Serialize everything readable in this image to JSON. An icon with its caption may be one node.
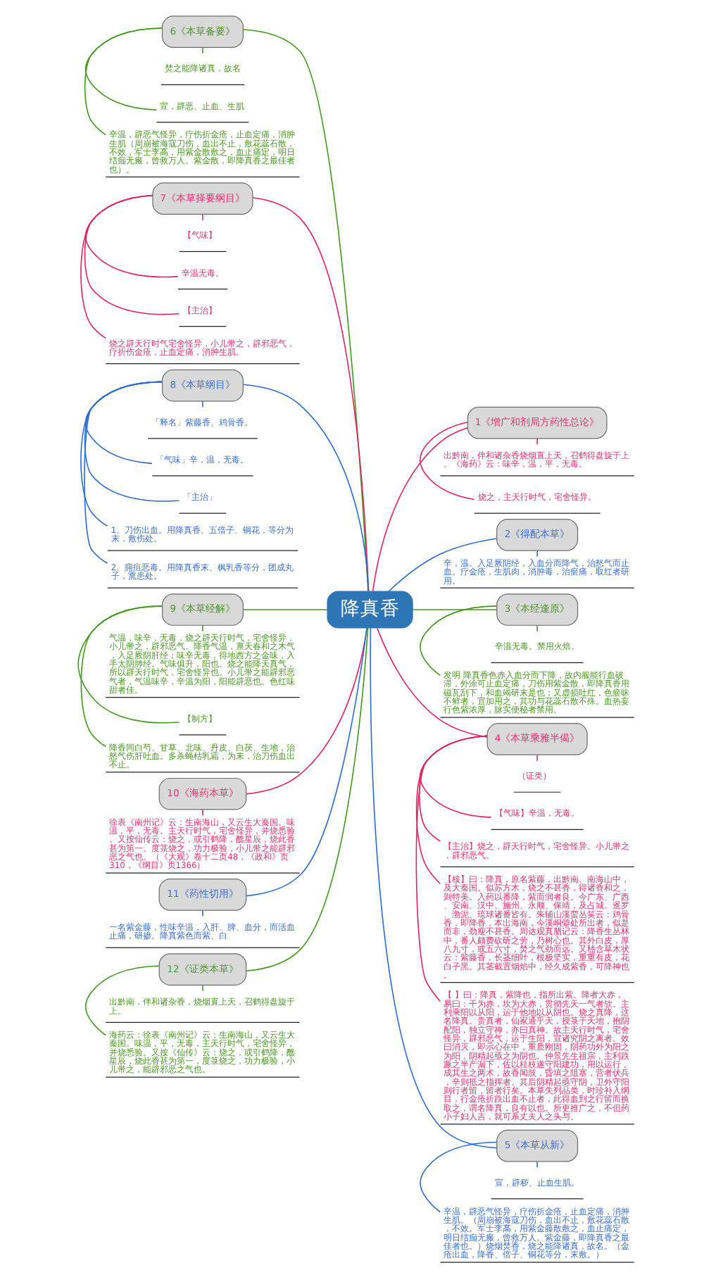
{
  "diagram": {
    "nodes": [
      {
        "text": [
          "降真香"
        ]
      },
      {
        "text": [
          "1《增广和剂局方药性总论》"
        ]
      },
      {
        "text": [
          "出黔南，伴和诸杂香烧烟直上天，召鹤得盘旋于上。《海药》云：味辛，温，平，无毒。"
        ]
      },
      {
        "text": [
          "烧之，主天行时气，宅舍怪异。"
        ]
      },
      {
        "text": [
          "2《得配本草》"
        ]
      },
      {
        "text": [
          "辛，温。入足厥阴经，入血分而降气，治怒气而止血。疗金疮，生肌肉，消肿毒，治瘀痛，取红者研用。"
        ]
      },
      {
        "text": [
          "3《本经逢原》"
        ]
      },
      {
        "text": [
          "辛温无毒。禁用火焙。"
        ]
      },
      {
        "text": [
          "发明 降真香色赤入血分而下降，故内服能行血破滞，外涂可止血定痛，刀伤用紫金散，即降真香用磁瓦刮下，和血竭研末是也；又虚损吐红，色瘀昧不鲜者，宜加用之，其功与花蕊石散不殊。血热妄行色紫浓厚，脉实便秘者禁用。"
        ]
      },
      {
        "text": [
          "4《本草乘雅半偈》"
        ]
      },
      {
        "text": [
          "（证类）"
        ]
      },
      {
        "text": [
          "【气味】辛温，无毒。"
        ]
      },
      {
        "text": [
          "【主治】烧之，辟天行时气，宅舍怪异。小儿带之，辟邪恶气。"
        ]
      },
      {
        "text": [
          "【核】曰：降真，原名紫藤，出黔南、南海山中，及大秦国。似苏方木，烧之不甚香，得诸香和之，则特美。入药以番降，紫而润者良。今广东、广西、安南、汉中、施州、永顺、保靖，及占城、暹罗、渤泥、琉球诸番皆有。朱辅山溪蛮丛笑云：鸡骨香，即降香，本出海南，今溪峒僻处所出者，似是而非，劲瘦不甚香。周达观真腊记云：降香生丛林中，番人颇费砍斫之劳，乃树心也。其外白皮，厚八九寸，或五六寸，焚之气劲而远。又嵇含草木状云：紫藤香，长茎细叶，根极坚实，重重有皮，花白子黑。其茎截置烟焰中，经久成紫香，可降神也。"
        ]
      },
      {
        "text": [
          "【 】曰：降真，紫降也，指所出紫。降者大赤，易曰：干为赤，坎为大赤，贯彻先天一气者欤。主利乘阳以从阳，运于他地以从阴也。烧之真降，这名降真。贵真者，仙家通乎天，授箓于天地，抱阴配阳，独立守神，亦曰真神。故主天行时气，宅舍怪异，辟邪恶气，运于生阳，宣诸究阴之离者。效曰消灭，即示心在中，重质刚固，阴药功外为阳之为阳，阴精起亟之为阴也。仲景先生祖宗，主利跌蹶之半产漏下，佐以桂枝遂守阳建功，用以运行，成其生之两术，故香闻肢，昏填之阻塞，营者伏兵，辛则抵之指挥者。其后阴精起亟守阴，卫外守阳则行者留，留者行矣。本草失列品类，时珍补入纲目，行金疮折跌出血不止者，此得血到之行留而换取之，谓名降真，良有以也。所更推广之，不但药小子妇人吉，就可系丈夫人之头与。"
        ]
      },
      {
        "text": [
          "5《本草从新》"
        ]
      },
      {
        "text": [
          "宣，辟秽、止血生肌。"
        ]
      },
      {
        "text": [
          "辛温，辟恶气怪异，疗伤折金疮，止血定痛，消肿生肌。（周崩被海寇刀伤，血出不止，敷花蕊石散，不效。军士李高，用紫金藤散敷之，血止痛定，明日结痂无瘢，曾救万人。紫金藤，即降真香之最佳者也。）烧烟焚香，烧之能降诸真，故名。（金疮出血，降香、倍子、铜花等分，末敷。）"
        ]
      },
      {
        "text": [
          "6《本草备要》"
        ]
      },
      {
        "text": [
          "焚之能降诸真，故名"
        ]
      },
      {
        "text": [
          "宣，辟恶、止血、生肌"
        ]
      },
      {
        "text": [
          "辛温，辟恶气怪异，疗伤折金疮，止血定痛，消肿生肌（周崩被海寇刀伤，血出不止，敷花蕊石散，不效，军士李高，用紫金散敷之，血止痛定，明日结痂无瘢，曾救万人。紫金散，即降真香之最佳者也）。"
        ]
      },
      {
        "text": [
          "7《本草择要纲目》"
        ]
      },
      {
        "text": [
          "【气味】"
        ]
      },
      {
        "text": [
          "辛温无毒。"
        ]
      },
      {
        "text": [
          "【主治】"
        ]
      },
      {
        "text": [
          "烧之辟天行时气宅舍怪异，小儿带之，辟邪恶气，疗折伤金疮，止血定痛，消肿生肌。"
        ]
      },
      {
        "text": [
          "8《本草纲目》"
        ]
      },
      {
        "text": [
          "「释名」紫藤香、鸡骨香。"
        ]
      },
      {
        "text": [
          "「气味」辛，温，无毒。"
        ]
      },
      {
        "text": [
          "「主治」"
        ]
      },
      {
        "text": [
          "1、刀伤出血。用降真香、五倍子、铜花，等分为末，敷伤处。"
        ]
      },
      {
        "text": [
          "2、痈疽恶毒。用降真香末、枫乳香等分，团成丸子，熏患处。"
        ]
      },
      {
        "text": [
          "9《本草经解》"
        ]
      },
      {
        "text": [
          "气温，味辛，无毒，烧之辟天行时气，宅舍怪异，小儿带之，辟邪恶气。降香气温，禀天春和之木气，入足厥阴肝经；味辛无毒，得地西方之金味，入手太阴肺经。气味俱升，阳也。烧之能降天真气，所以辟天行时气，宅舍怪异也。小儿带之能辟邪恶气者，气温味辛，辛温为阳，阳能辟恶也。色红味甜者佳。"
        ]
      },
      {
        "text": [
          "【制方】"
        ]
      },
      {
        "text": [
          "降香同白芍、甘草、北味、丹皮、白茯、生地，治怒气伤肝吐血。多杀蝇枯乳霜，为末，治刀伤血出不止。"
        ]
      },
      {
        "text": [
          "10《海药本草》"
        ]
      },
      {
        "text": [
          "徐表《南州记》云：生南海山，又云生大秦国。味温，平，无毒。主天行时气，宅舍怪异，并烧悉验。又按仙传云：烧之，或引鹤降，醮星辰，烧此香甚为第一。度箓烧之，功力极验，小儿带之能辟邪恶之气也。（《大观》卷十二页48，《政和》页310，《纲目》页1366）"
        ]
      },
      {
        "text": [
          "11《药性切用》"
        ]
      },
      {
        "text": [
          "一名紫金藤，性味辛温，入肝、脾、血分，而活血止痛，研掺。降真紫色而紫、白"
        ]
      },
      {
        "text": [
          "12《证类本草》"
        ]
      },
      {
        "text": [
          "出黔南，伴和诸杂香，烧烟直上天，召鹤得盘旋于上。"
        ]
      },
      {
        "text": [
          "海药云：徐表《南州记》云：生南海山，又云生大秦国。味温，平，无毒，主天行时气，宅舍怪异，并烧悉验。又按《仙传》云：烧之，或引鹤降，醮星辰，烧此香甚为第一，度箓烧之，功力极验，小儿带之，能辟邪恶之气也。"
        ]
      }
    ],
    "edges": [
      {
        "from": 0,
        "to": 1,
        "arrow": "none",
        "color": "#e0245e"
      },
      {
        "from": 1,
        "to": 2,
        "arrow": "none",
        "color": "#e0245e"
      },
      {
        "from": 1,
        "to": 3,
        "arrow": "none",
        "color": "#e0245e"
      },
      {
        "from": 0,
        "to": 4,
        "arrow": "none",
        "color": "#2b6cd4"
      },
      {
        "from": 4,
        "to": 5,
        "arrow": "none",
        "color": "#2b6cd4"
      },
      {
        "from": 0,
        "to": 6,
        "arrow": "none",
        "color": "#3f9a1c"
      },
      {
        "from": 6,
        "to": 7,
        "arrow": "none",
        "color": "#3f9a1c"
      },
      {
        "from": 6,
        "to": 8,
        "arrow": "none",
        "color": "#3f9a1c"
      },
      {
        "from": 0,
        "to": 9,
        "arrow": "none",
        "color": "#e0245e"
      },
      {
        "from": 9,
        "to": 10,
        "arrow": "none",
        "color": "#e0245e"
      },
      {
        "from": 9,
        "to": 11,
        "arrow": "none",
        "color": "#e0245e"
      },
      {
        "from": 9,
        "to": 12,
        "arrow": "none",
        "color": "#e0245e"
      },
      {
        "from": 9,
        "to": 13,
        "arrow": "none",
        "color": "#e0245e"
      },
      {
        "from": 9,
        "to": 14,
        "arrow": "none",
        "color": "#e0245e"
      },
      {
        "from": 0,
        "to": 15,
        "arrow": "none",
        "color": "#2b6cd4"
      },
      {
        "from": 15,
        "to": 16,
        "arrow": "none",
        "color": "#2b6cd4"
      },
      {
        "from": 15,
        "to": 17,
        "arrow": "none",
        "color": "#2b6cd4"
      },
      {
        "from": 18,
        "to": 0,
        "arrow": "none",
        "color": "#3f9a1c"
      },
      {
        "from": 18,
        "to": 19,
        "arrow": "none",
        "color": "#3f9a1c"
      },
      {
        "from": 18,
        "to": 20,
        "arrow": "none",
        "color": "#3f9a1c"
      },
      {
        "from": 18,
        "to": 21,
        "arrow": "none",
        "color": "#3f9a1c"
      },
      {
        "from": 22,
        "to": 0,
        "arrow": "none",
        "color": "#e0245e"
      },
      {
        "from": 22,
        "to": 23,
        "arrow": "none",
        "color": "#e0245e"
      },
      {
        "from": 22,
        "to": 24,
        "arrow": "none",
        "color": "#e0245e"
      },
      {
        "from": 22,
        "to": 25,
        "arrow": "none",
        "color": "#e0245e"
      },
      {
        "from": 22,
        "to": 26,
        "arrow": "none",
        "color": "#e0245e"
      },
      {
        "from": 27,
        "to": 0,
        "arrow": "none",
        "color": "#2b6cd4"
      },
      {
        "from": 27,
        "to": 28,
        "arrow": "none",
        "color": "#2b6cd4"
      },
      {
        "from": 27,
        "to": 29,
        "arrow": "none",
        "color": "#2b6cd4"
      },
      {
        "from": 27,
        "to": 30,
        "arrow": "none",
        "color": "#2b6cd4"
      },
      {
        "from": 27,
        "to": 31,
        "arrow": "none",
        "color": "#2b6cd4"
      },
      {
        "from": 27,
        "to": 32,
        "arrow": "none",
        "color": "#2b6cd4"
      },
      {
        "from": 33,
        "to": 0,
        "arrow": "none",
        "color": "#3f9a1c"
      },
      {
        "from": 33,
        "to": 34,
        "arrow": "none",
        "color": "#3f9a1c"
      },
      {
        "from": 33,
        "to": 35,
        "arrow": "none",
        "color": "#3f9a1c"
      },
      {
        "from": 33,
        "to": 36,
        "arrow": "none",
        "color": "#3f9a1c"
      },
      {
        "from": 37,
        "to": 0,
        "arrow": "none",
        "color": "#e0245e"
      },
      {
        "from": 37,
        "to": 38,
        "arrow": "none",
        "color": "#e0245e"
      },
      {
        "from": 39,
        "to": 0,
        "arrow": "none",
        "color": "#2b6cd4"
      },
      {
        "from": 39,
        "to": 40,
        "arrow": "none",
        "color": "#2b6cd4"
      },
      {
        "from": 41,
        "to": 0,
        "arrow": "none",
        "color": "#3f9a1c"
      },
      {
        "from": 41,
        "to": 42,
        "arrow": "none",
        "color": "#3f9a1c"
      },
      {
        "from": 41,
        "to": 43,
        "arrow": "none",
        "color": "#3f9a1c"
      }
    ]
  }
}
